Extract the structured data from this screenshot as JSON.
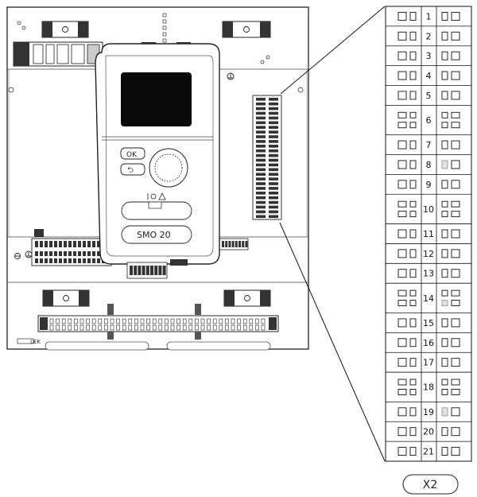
{
  "panel": {
    "display_label": "SMO 20",
    "ok_label": "OK",
    "back_symbol": "⮌",
    "brand_label": "LEK"
  },
  "terminal_block": {
    "name": "X2",
    "rows": [
      {
        "label": "1",
        "tall": false,
        "right_marked": false
      },
      {
        "label": "2",
        "tall": false,
        "right_marked": false
      },
      {
        "label": "3",
        "tall": false,
        "right_marked": false
      },
      {
        "label": "4",
        "tall": false,
        "right_marked": false
      },
      {
        "label": "5",
        "tall": false,
        "right_marked": false
      },
      {
        "label": "6",
        "tall": true,
        "right_marked": false
      },
      {
        "label": "7",
        "tall": false,
        "right_marked": false
      },
      {
        "label": "8",
        "tall": false,
        "right_marked": true
      },
      {
        "label": "9",
        "tall": false,
        "right_marked": false
      },
      {
        "label": "10",
        "tall": true,
        "right_marked": false
      },
      {
        "label": "11",
        "tall": false,
        "right_marked": false
      },
      {
        "label": "12",
        "tall": false,
        "right_marked": false
      },
      {
        "label": "13",
        "tall": false,
        "right_marked": false
      },
      {
        "label": "14",
        "tall": true,
        "right_marked": true
      },
      {
        "label": "15",
        "tall": false,
        "right_marked": false
      },
      {
        "label": "16",
        "tall": false,
        "right_marked": false
      },
      {
        "label": "17",
        "tall": false,
        "right_marked": false
      },
      {
        "label": "18",
        "tall": true,
        "right_marked": false
      },
      {
        "label": "19",
        "tall": false,
        "right_marked": true
      },
      {
        "label": "20",
        "tall": false,
        "right_marked": false
      },
      {
        "label": "21",
        "tall": false,
        "right_marked": false
      }
    ]
  }
}
